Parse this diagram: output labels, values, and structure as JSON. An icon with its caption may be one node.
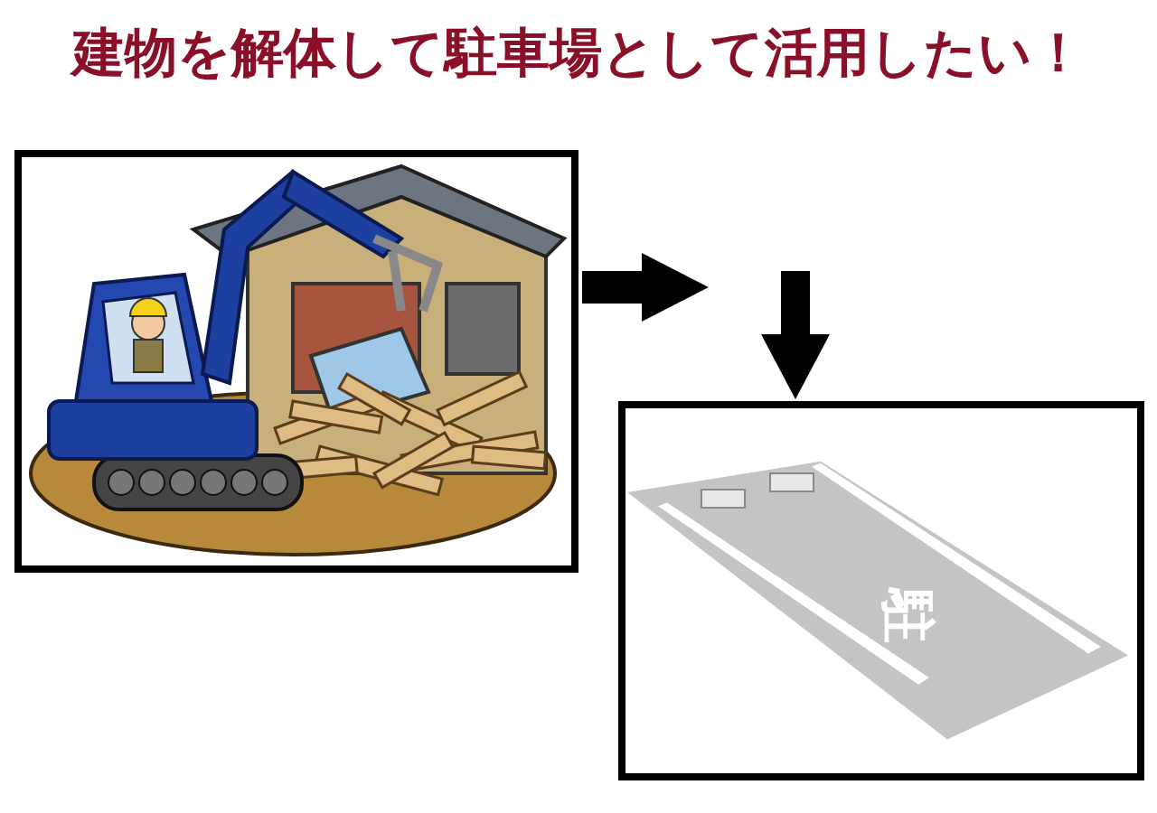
{
  "diagram": {
    "title": "建物を解体して駐車場として活用したい！",
    "nodes": [
      {
        "text": [],
        "shape": "picture"
      },
      {
        "text": [],
        "shape": "picture"
      }
    ],
    "edges": [
      {
        "from": 0,
        "to": 1,
        "arrow": "to"
      }
    ],
    "labels": [
      "駐"
    ]
  }
}
